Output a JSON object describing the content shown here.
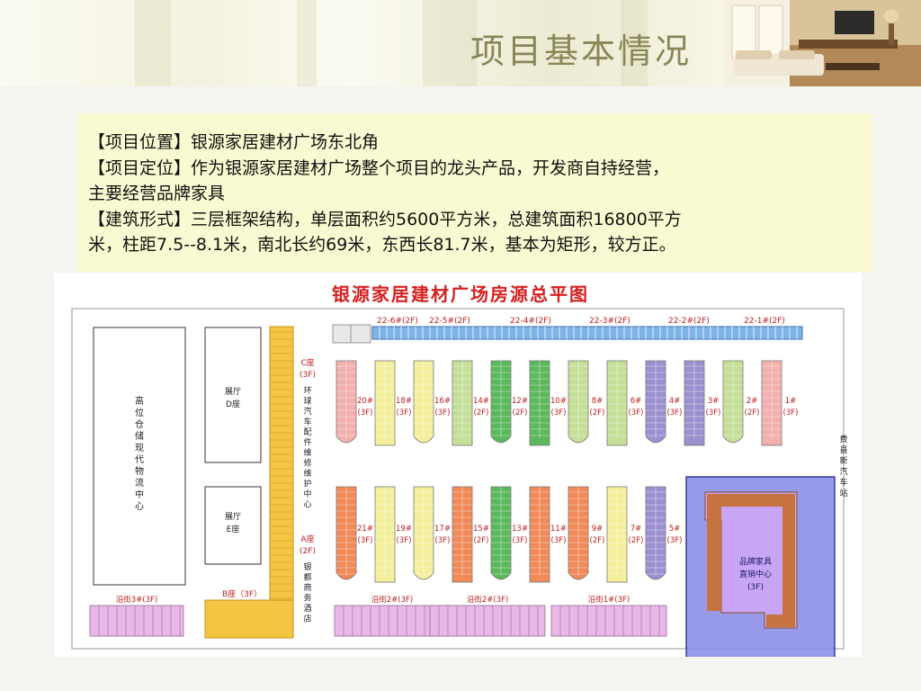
{
  "header": {
    "title": "项目基本情况"
  },
  "description": {
    "lines": [
      "【项目位置】银源家居建材广场东北角",
      "【项目定位】作为银源家居建材广场整个项目的龙头产品，开发商自持经营，",
      "主要经营品牌家具",
      "【建筑形式】三层框架结构，单层面积约5600平方米，总建筑面积16800平方",
      "米，柱距7.5--8.1米，南北长约69米，东西长81.7米，基本为矩形，较方正。"
    ]
  },
  "map": {
    "title": "银源家居建材广场房源总平图",
    "top_rows": [
      "22-6#(2F)",
      "22-5#(2F)",
      "22-4#(2F)",
      "22-3#(2F)",
      "22-2#(2F)",
      "22-1#(2F)"
    ],
    "warehouse_label": "高位仓储现代物流中心",
    "hall_d": [
      "展厅",
      "D座"
    ],
    "hall_e": [
      "展厅",
      "E座"
    ],
    "block_c": [
      "C座",
      "(3F)"
    ],
    "block_c_desc": "环球汽车配件维修维护中心",
    "block_a": [
      "A座",
      "(2F)"
    ],
    "block_a_desc": "银都商务酒店",
    "block_b": "B座（3F）",
    "street_labels": [
      "沿街3#(3F)",
      "沿街2#(3F)",
      "沿街2#(3F)",
      "沿街1#(3F)"
    ],
    "upper_buildings": [
      {
        "label": "20#",
        "floors": "(3F)",
        "color": "#f2b0ae"
      },
      {
        "label": "18#",
        "floors": "(3F)",
        "color": "#f3ef9c"
      },
      {
        "label": "16#",
        "floors": "(3F)",
        "color": "#f3ef9c"
      },
      {
        "label": "14#",
        "floors": "(2F)",
        "color": "#c5df98"
      },
      {
        "label": "12#",
        "floors": "(2F)",
        "color": "#5cb85c"
      },
      {
        "label": "10#",
        "floors": "(3F)",
        "color": "#5cb85c"
      },
      {
        "label": "8#",
        "floors": "(2F)",
        "color": "#c5df98"
      },
      {
        "label": "6#",
        "floors": "(3F)",
        "color": "#c5df98"
      },
      {
        "label": "4#",
        "floors": "(3F)",
        "color": "#9c90d0"
      },
      {
        "label": "3#",
        "floors": "(3F)",
        "color": "#9c90d0"
      },
      {
        "label": "2#",
        "floors": "(2F)",
        "color": "#c5df98"
      },
      {
        "label": "1#",
        "floors": "(3F)",
        "color": "#f2b0ae"
      }
    ],
    "lower_buildings": [
      {
        "label": "21#",
        "floors": "(3F)",
        "color": "#f08a58"
      },
      {
        "label": "19#",
        "floors": "(3F)",
        "color": "#f3ef9c"
      },
      {
        "label": "17#",
        "floors": "(3F)",
        "color": "#f3ef9c"
      },
      {
        "label": "15#",
        "floors": "(2F)",
        "color": "#f08a58"
      },
      {
        "label": "13#",
        "floors": "(3F)",
        "color": "#5cb85c"
      },
      {
        "label": "11#",
        "floors": "(3F)",
        "color": "#f08a58"
      },
      {
        "label": "9#",
        "floors": "(2F)",
        "color": "#f08a58"
      },
      {
        "label": "7#",
        "floors": "(2F)",
        "color": "#f3ef9c"
      },
      {
        "label": "5#",
        "floors": "(3F)",
        "color": "#9c90d0"
      }
    ],
    "featured": [
      "品牌家具",
      "直销中心",
      "(3F)"
    ],
    "bus_station": "费县新汽车站"
  }
}
